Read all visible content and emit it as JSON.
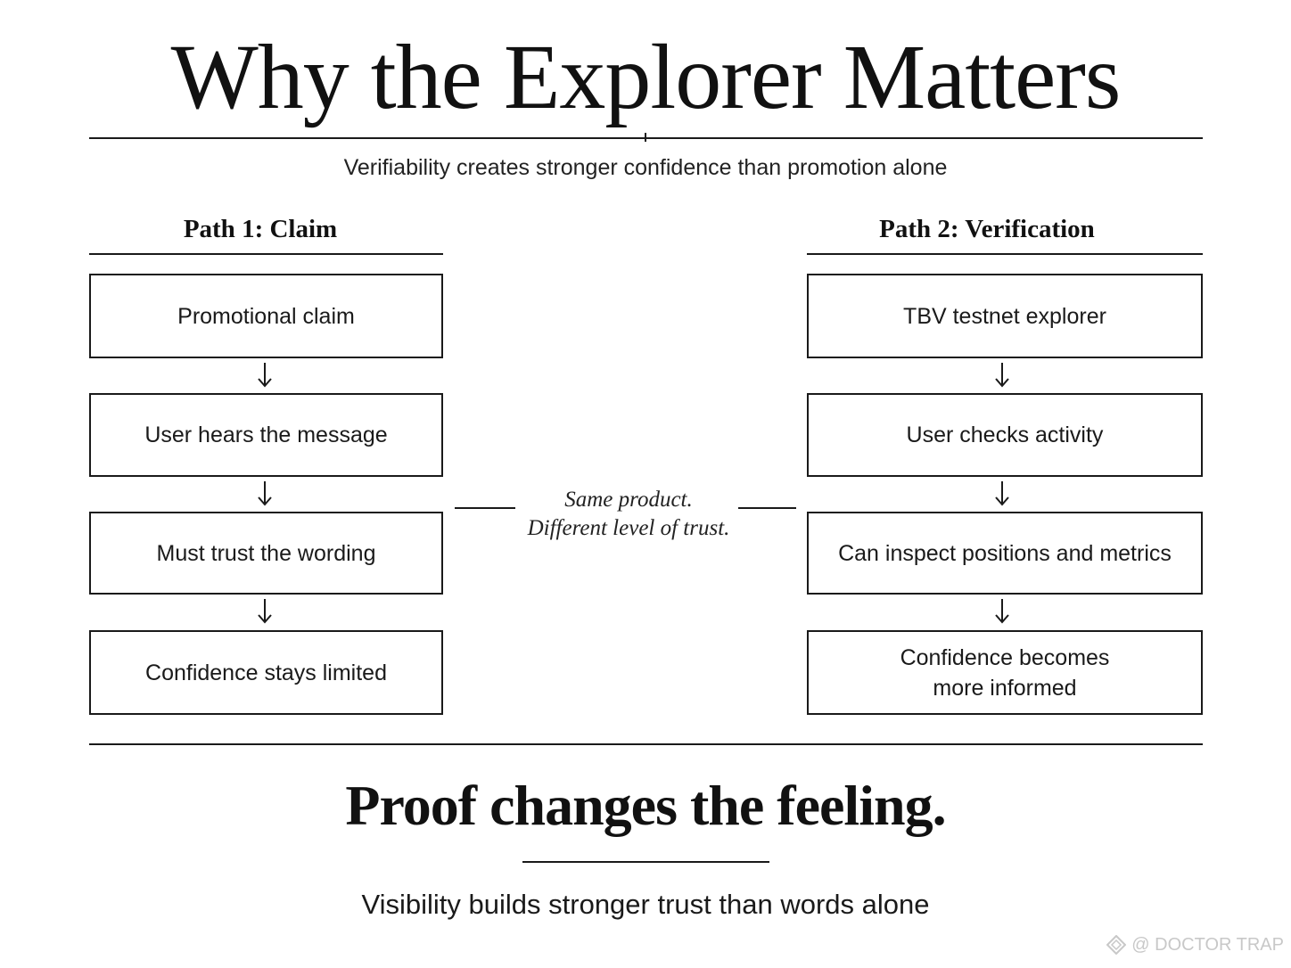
{
  "title": "Why the Explorer Matters",
  "subtitle": "Verifiability creates stronger confidence than promotion alone",
  "path1": {
    "heading": "Path 1: Claim",
    "steps": [
      "Promotional claim",
      "User hears the message",
      "Must trust the wording",
      "Confidence stays limited"
    ]
  },
  "path2": {
    "heading": "Path 2: Verification",
    "steps": [
      "TBV testnet explorer",
      "User checks activity",
      "Can inspect positions and metrics",
      "Confidence becomes\nmore informed"
    ]
  },
  "center_note": {
    "line1": "Same product.",
    "line2": "Different level of trust."
  },
  "tagline": "Proof changes the feeling.",
  "footer_subtitle": "Visibility builds stronger trust than words alone",
  "watermark": {
    "text": "@ DOCTOR TRAP",
    "icon": "diamond-logo-icon"
  },
  "colors": {
    "ink": "#111111",
    "background": "#ffffff",
    "watermark": "#c8c8c8"
  }
}
